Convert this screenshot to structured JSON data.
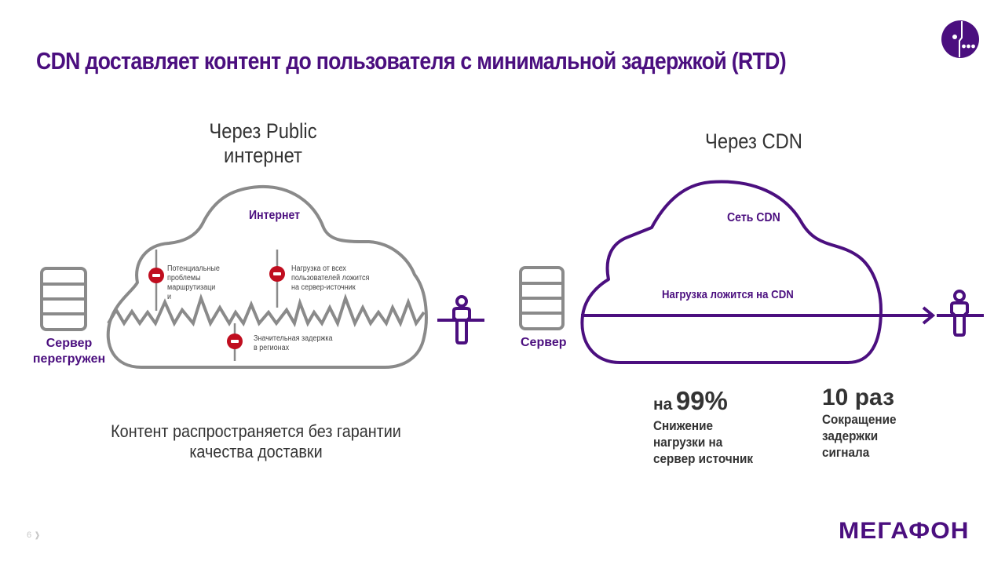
{
  "slide": {
    "title": "CDN доставляет контент до пользователя с минимальной задержкой (RTD)",
    "page_number": "6",
    "page_arrow": "❱",
    "brand_name": "МегаФон",
    "colors": {
      "brand_purple": "#4b0f7f",
      "gray_stroke": "#8a8a8a",
      "warning_red": "#c00e1f",
      "text_dark": "#333333"
    }
  },
  "left": {
    "heading_line1": "Через Public",
    "heading_line2": "интернет",
    "cloud_label": "Интернет",
    "server_label_line1": "Сервер",
    "server_label_line2": "перегружен",
    "issues": [
      {
        "icon": "minus-circle-icon",
        "text_lines": [
          "Потенциальные",
          "проблемы",
          "маршрутизаци",
          "и"
        ]
      },
      {
        "icon": "minus-circle-icon",
        "text_lines": [
          "Нагрузка от всех",
          "пользователей ложится",
          "на сервер-источник"
        ]
      },
      {
        "icon": "minus-circle-icon",
        "text_lines": [
          "Значительная задержка",
          "в регионах"
        ]
      }
    ],
    "caption_line1": "Контент распространяется без гарантии",
    "caption_line2": "качества доставки"
  },
  "right": {
    "heading": "Через CDN",
    "cloud_label": "Сеть CDN",
    "load_label": "Нагрузка ложится на CDN",
    "server_label": "Сервер",
    "stats": [
      {
        "prefix": "на",
        "value": "99%",
        "desc_lines": [
          "Снижение",
          "нагрузки на",
          "сервер источник"
        ]
      },
      {
        "prefix": "",
        "value": "10 раз",
        "desc_lines": [
          "Сокращение",
          "задержки",
          "сигнала"
        ]
      }
    ]
  }
}
